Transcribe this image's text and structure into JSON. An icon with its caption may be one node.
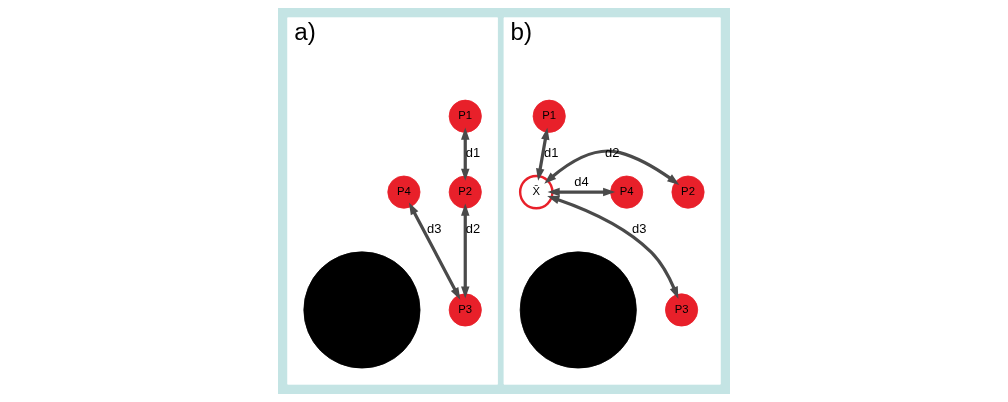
{
  "diagram": {
    "nodes": [
      {
        "text": [
          "a)"
        ]
      },
      {
        "text": [
          "P1"
        ],
        "in": 0
      },
      {
        "text": [
          "P2"
        ],
        "in": 0
      },
      {
        "text": [
          "P3"
        ],
        "in": 0
      },
      {
        "text": [
          "P4"
        ],
        "in": 0
      },
      {
        "text": [],
        "shape": "circle",
        "in": 0
      },
      {
        "text": [
          "b)"
        ]
      },
      {
        "text": [
          "P1"
        ],
        "in": 6
      },
      {
        "text": [
          "P2"
        ],
        "in": 6
      },
      {
        "text": [
          "X̄"
        ],
        "in": 6
      },
      {
        "text": [
          "P4"
        ],
        "in": 6
      },
      {
        "text": [
          "P3"
        ],
        "in": 6
      },
      {
        "text": [],
        "shape": "circle",
        "in": 6
      }
    ],
    "edges": [
      {
        "from": 1,
        "to": 2,
        "arrow": "both",
        "label": "d1"
      },
      {
        "from": 2,
        "to": 3,
        "arrow": "both",
        "label": "d2"
      },
      {
        "from": 3,
        "to": 4,
        "arrow": "both",
        "label": "d3"
      },
      {
        "from": 9,
        "to": 7,
        "arrow": "both",
        "label": "d1"
      },
      {
        "from": 9,
        "to": 8,
        "arrow": "both",
        "label": "d2"
      },
      {
        "from": 9,
        "to": 11,
        "arrow": "both",
        "label": "d3"
      },
      {
        "from": 9,
        "to": 10,
        "arrow": "both",
        "label": "d4"
      }
    ]
  }
}
